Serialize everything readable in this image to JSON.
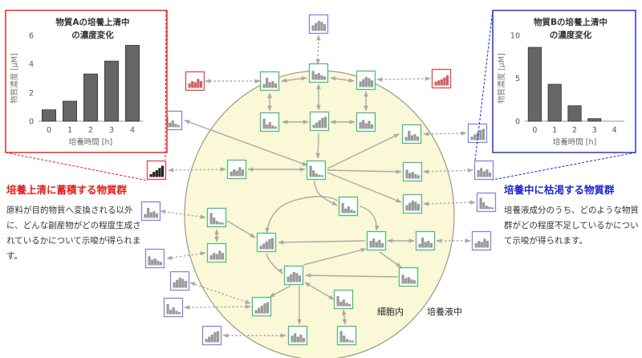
{
  "chart_data": [
    {
      "type": "bar",
      "title": "物質Aの培養上清中の濃度変化",
      "xlabel": "培養時間 [h]",
      "ylabel": "物質濃度 [μM]",
      "categories": [
        "0",
        "1",
        "2",
        "3",
        "4"
      ],
      "values": [
        0.8,
        1.4,
        3.3,
        4.2,
        5.3
      ],
      "ylim": [
        0,
        6
      ],
      "yticks": [
        "0",
        "2",
        "4",
        "6"
      ],
      "bar_color": "#666666",
      "frame_color": "#e01b1b"
    },
    {
      "type": "bar",
      "title": "物質Bの培養上清中の濃度変化",
      "xlabel": "培養時間 [h]",
      "ylabel": "物質濃度 [μM]",
      "categories": [
        "0",
        "1",
        "2",
        "3",
        "4"
      ],
      "values": [
        8.6,
        4.3,
        1.8,
        0.3,
        0
      ],
      "ylim": [
        0,
        10
      ],
      "yticks": [
        "0",
        "5",
        "10"
      ],
      "bar_color": "#666666",
      "frame_color": "#1c25c9"
    }
  ],
  "diagram": {
    "cell_label": "細胞内",
    "medium_label": "培養液中",
    "cell_color": "#faf8d6",
    "intracellular_node_color": "#4dbd7e",
    "extracellular_node_color": "#8585e0",
    "accumulating_node_color": "#e04848",
    "arrow_color": "#aaaaaa"
  },
  "callouts": {
    "left": {
      "title": "培養上清に蓄積する物質群",
      "body": "原料が目的物質へ変換される以外に、どんな副産物がどの程度生成されているかについて示唆が得られます。"
    },
    "right": {
      "title": "培養中に枯渇する物質群",
      "body": "培養液成分のうち、どのような物質群がどの程度不足しているかについて示唆が得られます。"
    }
  }
}
